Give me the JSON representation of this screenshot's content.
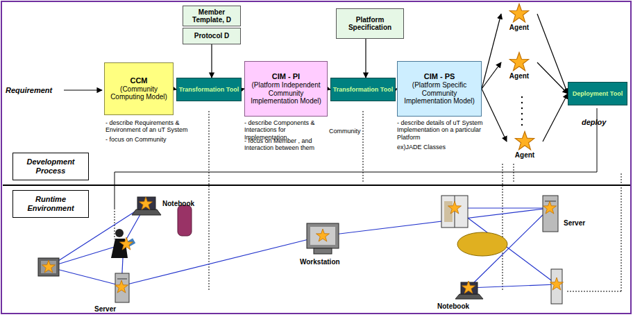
{
  "diagram": {
    "nodes": [
      {
        "text": [
          "CCM",
          "(Community Computing Model)"
        ]
      },
      {
        "text": [
          "Member Template, D"
        ]
      },
      {
        "text": [
          "Protocol D"
        ]
      },
      {
        "text": [
          "Transformation Tool"
        ]
      },
      {
        "text": [
          "CIM - PI",
          "(Platform Independent Community Implementation Model)"
        ]
      },
      {
        "text": [
          "Platform Specification"
        ]
      },
      {
        "text": [
          "Transformation Tool"
        ]
      },
      {
        "text": [
          "CIM - PS",
          "(Platform Specific Community Implementation Model)"
        ]
      },
      {
        "text": [
          "Agent"
        ]
      },
      {
        "text": [
          "Agent"
        ]
      },
      {
        "text": [
          "Agent"
        ]
      },
      {
        "text": [
          "Deployment Tool"
        ]
      },
      {
        "text": [
          "Development Process"
        ]
      },
      {
        "text": [
          "Runtime Environment"
        ]
      }
    ],
    "edges": [
      {
        "from": 0,
        "to": 3,
        "arrow": "to"
      },
      {
        "from": 3,
        "to": 4,
        "arrow": "to"
      },
      {
        "from": 2,
        "to": 3,
        "arrow": "to"
      },
      {
        "from": 4,
        "to": 6,
        "arrow": "to"
      },
      {
        "from": 5,
        "to": 6,
        "arrow": "to"
      },
      {
        "from": 6,
        "to": 7,
        "arrow": "to"
      },
      {
        "from": 7,
        "to": 8,
        "arrow": "to"
      },
      {
        "from": 7,
        "to": 9,
        "arrow": "to"
      },
      {
        "from": 7,
        "to": 10,
        "arrow": "to"
      },
      {
        "from": 8,
        "to": 11,
        "arrow": "to"
      },
      {
        "from": 9,
        "to": 11,
        "arrow": "to"
      },
      {
        "from": 10,
        "to": 11,
        "arrow": "to"
      }
    ],
    "labels": [
      "Requirement",
      "- describe Requirements & Environment of an uT System",
      "- focus on Community",
      "- describe Components & Interactions for Implementation",
      "Community",
      "- focus on Member , and Interaction between them",
      "- describe details of uT System Implementation on a particular Platform",
      "ex)JADE Classes",
      "deploy",
      "Notebook",
      "Server",
      "Workstation",
      "Server",
      "Notebook"
    ]
  }
}
